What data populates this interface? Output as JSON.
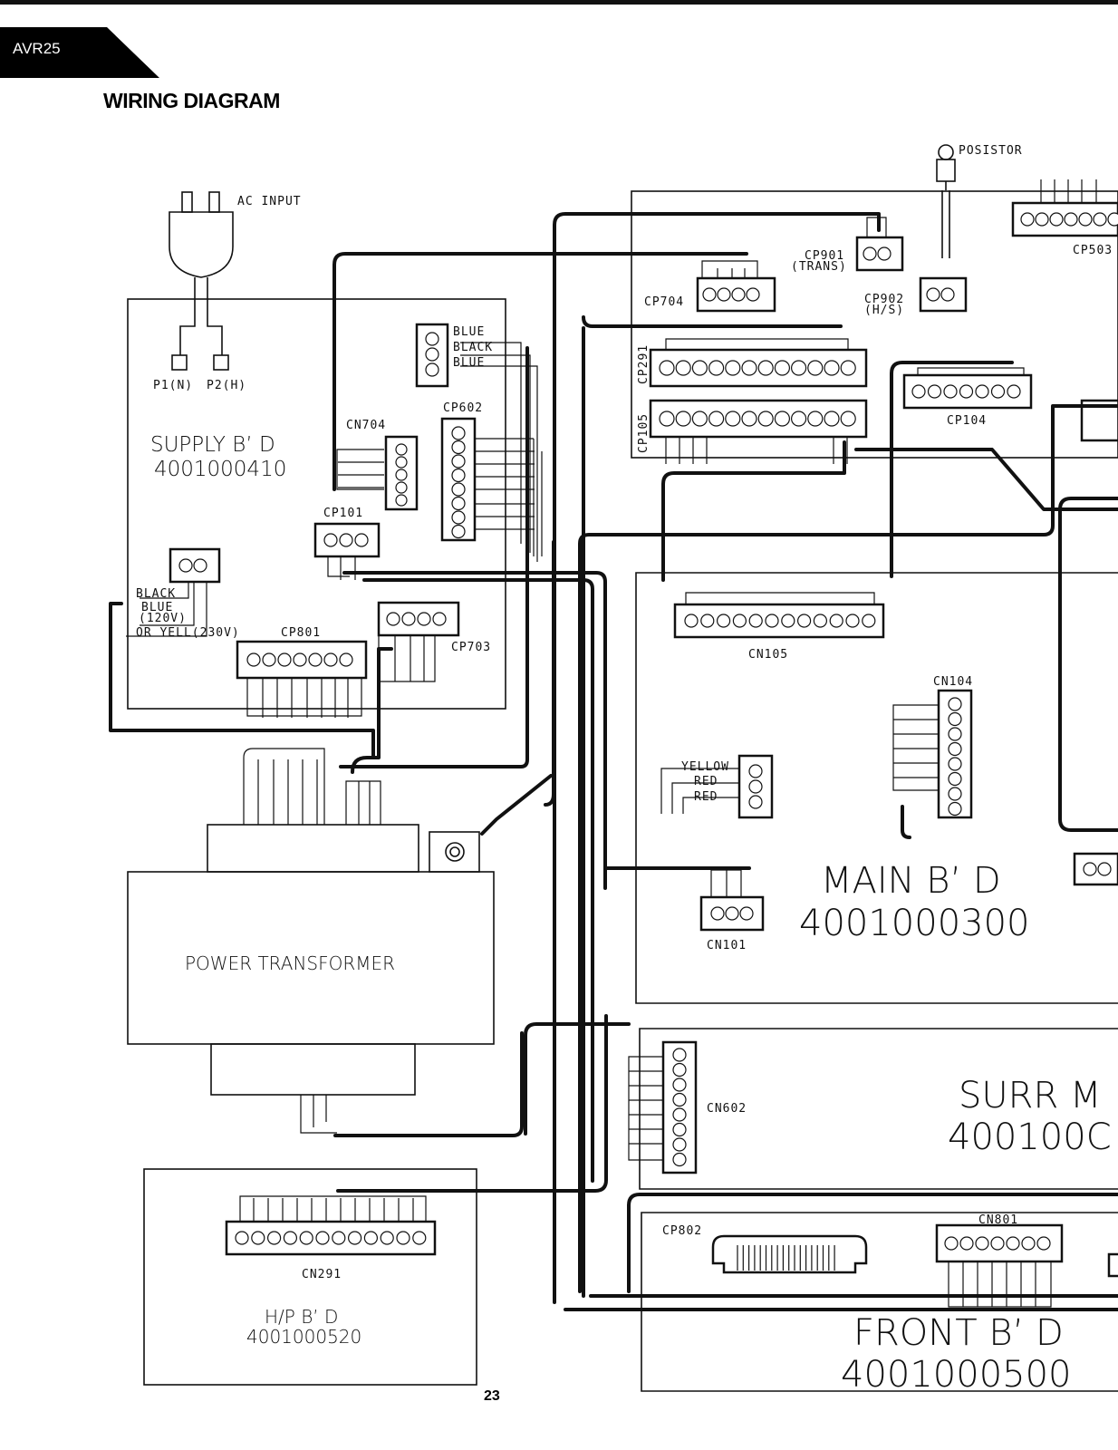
{
  "header": {
    "model": "AVR25",
    "title": "WIRING DIAGRAM"
  },
  "footer": {
    "page_number": "23"
  },
  "boards": {
    "supply": {
      "name": "SUPPLY B’ D",
      "part": "4001000410"
    },
    "main": {
      "name": "MAIN B’ D",
      "part": "4001000300"
    },
    "surr": {
      "name": "SURR M",
      "part": "400100C"
    },
    "hp": {
      "name": "H/P B’ D",
      "part": "4001000520"
    },
    "front": {
      "name": "FRONT B’ D",
      "part": "4001000500"
    },
    "transformer": {
      "name": "POWER TRANSFORMER"
    }
  },
  "ac_input": {
    "label": "AC INPUT",
    "p1": "P1(N)",
    "p2": "P2(H)"
  },
  "posistor": {
    "label": "POSISTOR"
  },
  "connectors": {
    "cp901": {
      "label": "CP901",
      "sub": "(TRANS)"
    },
    "cp902": {
      "label": "CP902",
      "sub": "(H/S)"
    },
    "cp704": {
      "label": "CP704"
    },
    "cp503": {
      "label": "CP503"
    },
    "cp291": {
      "label": "CP291"
    },
    "cp105": {
      "label": "CP105"
    },
    "cp104": {
      "label": "CP104"
    },
    "cn704": {
      "label": "CN704"
    },
    "cp602": {
      "label": "CP602"
    },
    "cp101": {
      "label": "CP101"
    },
    "cp801": {
      "label": "CP801"
    },
    "cp703": {
      "label": "CP703"
    },
    "cn105": {
      "label": "CN105"
    },
    "cn104": {
      "label": "CN104"
    },
    "cn101": {
      "label": "CN101"
    },
    "cn602": {
      "label": "CN602"
    },
    "cn291": {
      "label": "CN291"
    },
    "cp802": {
      "label": "CP802"
    },
    "cn801": {
      "label": "CN801"
    }
  },
  "wire_labels": {
    "blue_1": "BLUE",
    "black_1": "BLACK",
    "blue_2": "BLUE",
    "black_2": "BLACK",
    "blue_120": "BLUE",
    "v120": "(120V)",
    "or_yell": "OR YELL(230V)",
    "yellow": "YELLOW",
    "red_1": "RED",
    "red_2": "RED"
  }
}
